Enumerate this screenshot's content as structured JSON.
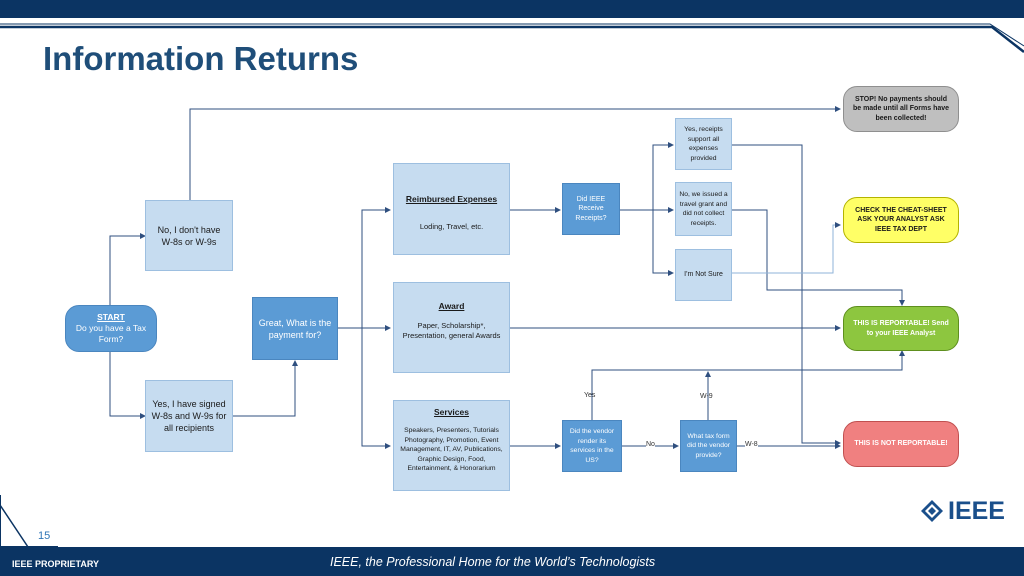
{
  "slide": {
    "title": "Information Returns",
    "page_number": "15",
    "footer_left": "IEEE PROPRIETARY",
    "footer_center": "IEEE, the Professional Home for the World’s Technologists",
    "logo_text": "IEEE"
  },
  "colors": {
    "navy": "#0b3463",
    "title_blue": "#1f4e79",
    "box_light": "#c6dcf0",
    "box_mid": "#5b9bd5",
    "start_pill": "#5b9bd5",
    "stop_gray": "#bfbfbf",
    "cheat_yellow": "#ffff66",
    "reportable_green": "#8dc63f",
    "not_reportable_red": "#f08080"
  },
  "nodes": {
    "start_title": "START",
    "start_text": "Do you have a Tax Form?",
    "no_forms": "No, I don't have W-8s or W-9s",
    "yes_forms": "Yes, I have signed W-8s and W-9s for all recipients",
    "payment_for": "Great, What is the payment for?",
    "reimbursed_title": "Reimbursed Expenses",
    "reimbursed_body": "Loding, Travel, etc.",
    "award_title": "Award",
    "award_body": "Paper, Scholarship*, Presentation, general Awards",
    "services_title": "Services",
    "services_body": "Speakers, Presenters, Tutorials Photography, Promotion, Event Management, IT, AV, Publications, Graphic Design, Food, Entertainment, & Honorarium",
    "receive_receipts": "Did IEEE Receive Receipts?",
    "receipts_yes": "Yes, receipts support all expenses provided",
    "receipts_no": "No, we issued a travel grant and did not collect receipts.",
    "not_sure": "I'm Not Sure",
    "vendor_us": "Did the vendor render its services in the US?",
    "tax_form": "What tax form did the vendor provide?",
    "stop": "STOP! No payments should be made until all Forms have been collected!",
    "cheat_sheet": "CHECK THE CHEAT-SHEET ASK YOUR ANALYST ASK IEEE TAX DEPT",
    "reportable": "THIS IS REPORTABLE! Send to your IEEE Analyst",
    "not_reportable": "THIS IS NOT REPORTABLE!"
  },
  "edge_labels": {
    "yes": "Yes",
    "no": "No",
    "w9": "W-9",
    "w8": "W-8"
  }
}
